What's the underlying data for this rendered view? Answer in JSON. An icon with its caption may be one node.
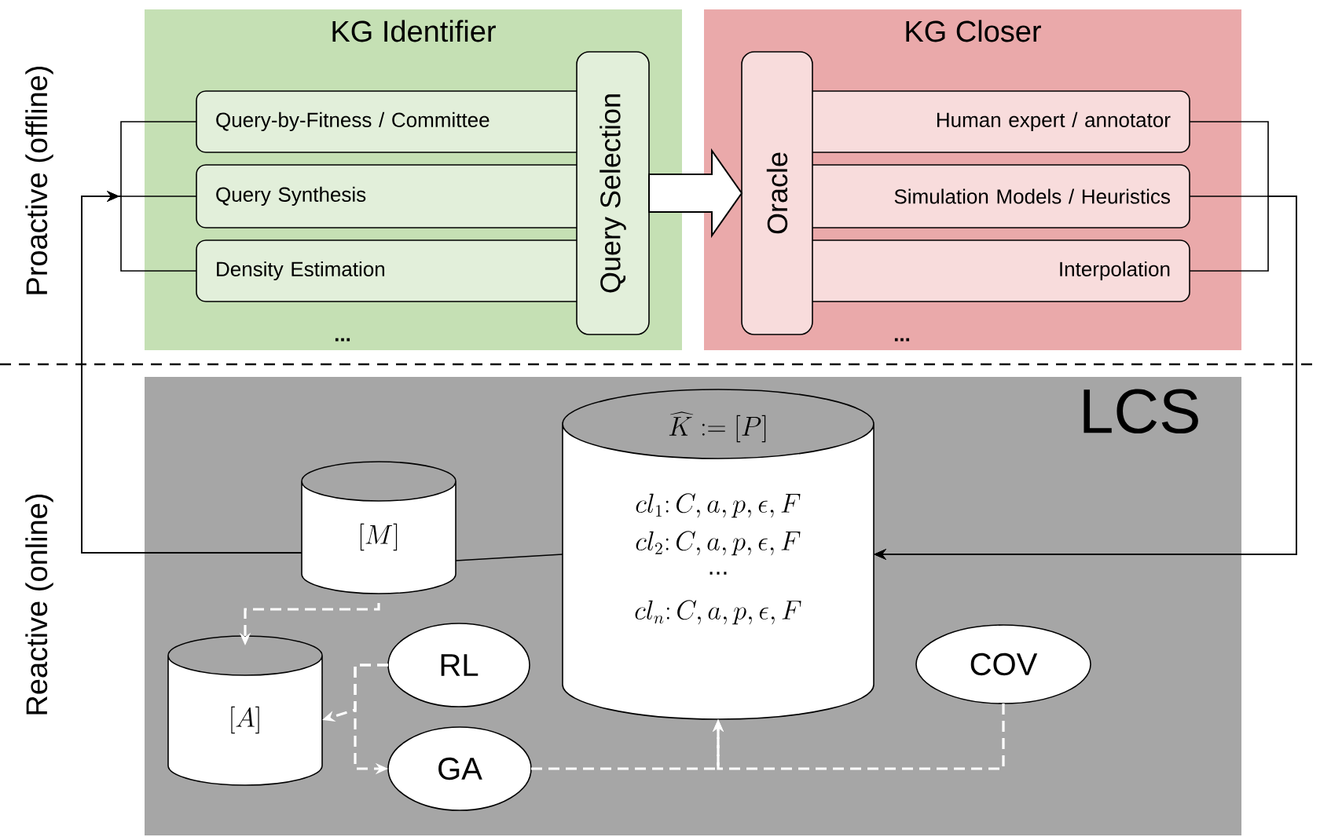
{
  "diagram": {
    "nodes": [
      {
        "text": [
          "KG Identifier",
          "..."
        ]
      },
      {
        "text": [
          "Query-by-Fitness / Committee"
        ],
        "in": 0
      },
      {
        "text": [
          "Query Synthesis"
        ],
        "in": 0
      },
      {
        "text": [
          "Density Estimation"
        ],
        "in": 0
      },
      {
        "text": [
          "Query Selection"
        ],
        "in": 0
      },
      {
        "text": [
          "KG Closer",
          "..."
        ]
      },
      {
        "text": [
          "Oracle"
        ],
        "in": 5
      },
      {
        "text": [
          "Human expert / annotator"
        ],
        "in": 5
      },
      {
        "text": [
          "Simulation Models / Heuristics"
        ],
        "in": 5
      },
      {
        "text": [
          "Interpolation"
        ],
        "in": 5
      },
      {
        "text": [
          "LCS"
        ]
      },
      {
        "text": [
          "[M]"
        ],
        "in": 10
      },
      {
        "text": [
          "\\widehat{K} := [P]",
          "cl_1\\colon C, a, p, \\epsilon, F",
          "cl_2\\colon C, a, p, \\epsilon, F",
          "...",
          "cl_n\\colon C, a, p, \\epsilon, F"
        ],
        "in": 10
      },
      {
        "text": [
          "[A]"
        ],
        "in": 10
      },
      {
        "text": [
          "RL"
        ],
        "in": 10
      },
      {
        "text": [
          "GA"
        ],
        "in": 10
      },
      {
        "text": [
          "COV"
        ],
        "in": 10
      }
    ],
    "edges": [
      {
        "from": 4,
        "to": 6,
        "arrow": "to",
        "style": "thick"
      },
      {
        "from": 11,
        "to": 1,
        "arrow": "to"
      },
      {
        "from": 11,
        "to": 2,
        "arrow": "to"
      },
      {
        "from": 11,
        "to": 3,
        "arrow": "to"
      },
      {
        "from": 7,
        "to": 12,
        "arrow": "to"
      },
      {
        "from": 8,
        "to": 12,
        "arrow": "to"
      },
      {
        "from": 9,
        "to": 12,
        "arrow": "to"
      },
      {
        "from": 11,
        "to": 12,
        "arrow": "none"
      },
      {
        "from": 11,
        "to": 13,
        "arrow": "to",
        "style": "dashed",
        "color": "#ffffff"
      },
      {
        "from": 14,
        "to": 13,
        "arrow": "to",
        "style": "dashed",
        "color": "#ffffff"
      },
      {
        "from": 14,
        "to": 15,
        "arrow": "to",
        "style": "dashed",
        "color": "#ffffff"
      },
      {
        "from": 15,
        "to": 12,
        "arrow": "to",
        "style": "dashed",
        "color": "#ffffff"
      },
      {
        "from": 16,
        "to": 12,
        "arrow": "to",
        "style": "dashed",
        "color": "#ffffff"
      }
    ],
    "labels": [
      "Proactive (offline)",
      "Reactive (online)"
    ]
  }
}
